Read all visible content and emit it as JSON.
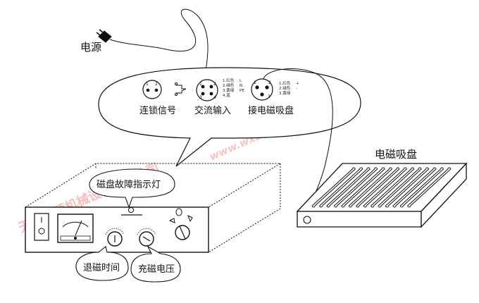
{
  "labels": {
    "power": "电源",
    "interlock_signal": "连锁信号",
    "ac_input": "交流输入",
    "connect_chuck": "接电磁吸盘",
    "chuck_fault_light": "磁盘故障指示灯",
    "demag_time": "退磁时间",
    "charge_voltage": "充磁电压",
    "magnetic_chuck": "电磁吸盘"
  },
  "pins": {
    "interlock": [
      "1",
      "2"
    ],
    "ac": [
      "1",
      "2",
      "3",
      "4"
    ],
    "chuck": [
      "1",
      "2",
      "3"
    ]
  },
  "wire_legend_ac": [
    "1.红色",
    "2.绿色",
    "3.黄绿",
    "4.蓝"
  ],
  "wire_legend_ac_codes": [
    "L",
    "N",
    "PE",
    ""
  ],
  "wire_legend_chuck": [
    "1.红色",
    "2.绿色",
    "3.黄绿"
  ],
  "wire_legend_chuck_codes": [
    "+",
    "-",
    ""
  ],
  "watermark": {
    "company": "无锡智源机械设备有限公司",
    "url": "www.wxzhiyuan.com"
  }
}
